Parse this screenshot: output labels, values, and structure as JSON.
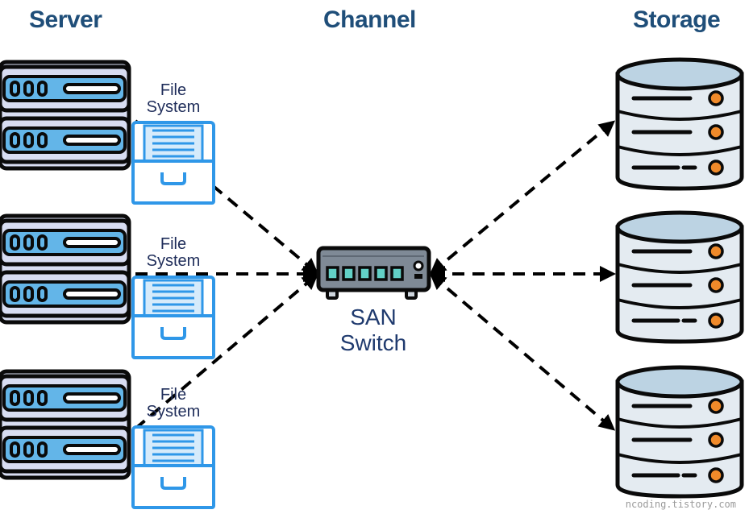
{
  "headers": {
    "server": "Server",
    "channel": "Channel",
    "storage": "Storage"
  },
  "file_system_label_line1": "File",
  "file_system_label_line2": "System",
  "switch_label_line1": "SAN",
  "switch_label_line2": "Switch",
  "watermark": "ncoding.tistory.com",
  "colors": {
    "header": "#1f4e79",
    "server_face": "#63b5e8",
    "server_body": "#d8ddf2",
    "outline": "#0a0a0a",
    "cabinet": "#2f97e8",
    "disk_top": "#bcd3e3",
    "disk_body": "#e4ebf1",
    "disk_led": "#f08a2a",
    "switch_body": "#7f8a96",
    "switch_port": "#62d0c6"
  },
  "icons": [
    "server-rack-icon",
    "file-cabinet-icon",
    "network-switch-icon",
    "database-storage-icon"
  ]
}
